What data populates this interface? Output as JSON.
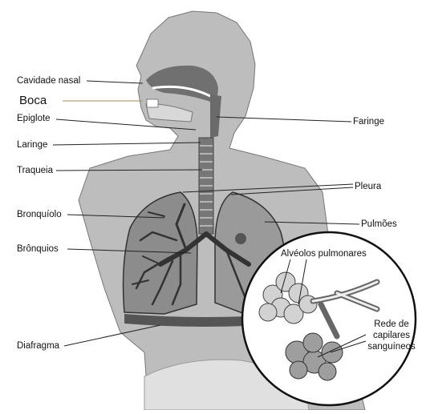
{
  "labels": {
    "cavidade_nasal": "Cavidade nasal",
    "boca": "Boca",
    "epiglote": "Epiglote",
    "laringe": "Laringe",
    "traqueia": "Traqueia",
    "bronquiolo": "Bronquíolo",
    "bronquios": "Brônquios",
    "diafragma": "Diafragma",
    "faringe": "Faringe",
    "pleura": "Pleura",
    "pulmoes": "Pulmões",
    "alveolos": "Alvéolos pulmonares",
    "rede_l1": "Rede de",
    "rede_l2": "capilares",
    "rede_l3": "sanguíneos"
  }
}
